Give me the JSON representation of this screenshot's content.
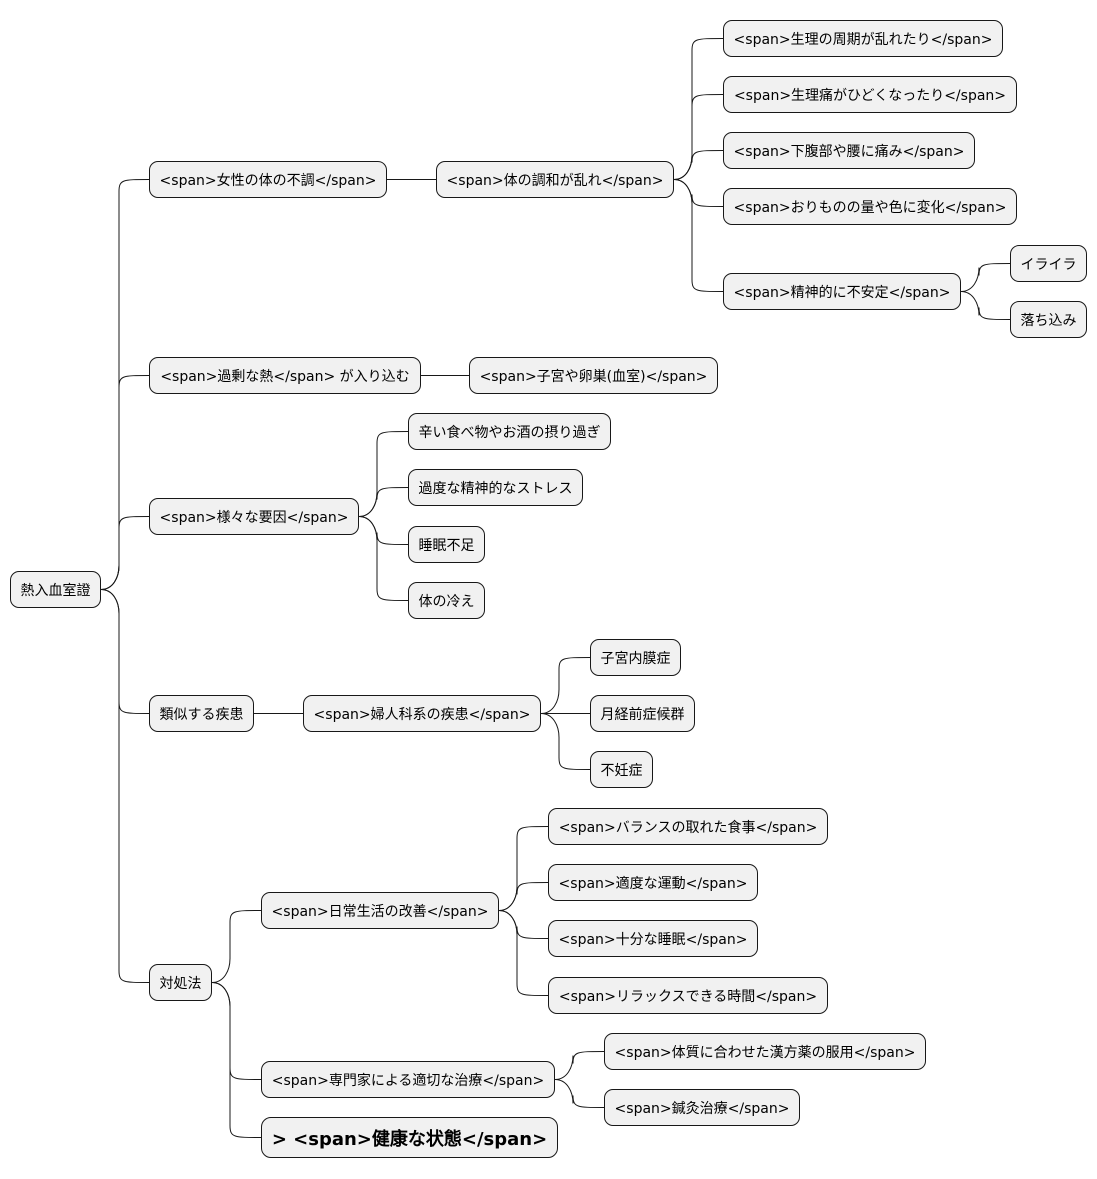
{
  "nodes": [
    {
      "id": "root",
      "label": "熱入血室證"
    },
    {
      "id": "n1",
      "label": "<span>女性の体の不調</span>"
    },
    {
      "id": "n1a",
      "label": "<span>体の調和が乱れ</span>"
    },
    {
      "id": "n1a1",
      "label": "<span>生理の周期が乱れたり</span>"
    },
    {
      "id": "n1a2",
      "label": "<span>生理痛がひどくなったり</span>"
    },
    {
      "id": "n1a3",
      "label": "<span>下腹部や腰に痛み</span>"
    },
    {
      "id": "n1a4",
      "label": "<span>おりものの量や色に変化</span>"
    },
    {
      "id": "n1a5",
      "label": "<span>精神的に不安定</span>"
    },
    {
      "id": "n1a5a",
      "label": "イライラ"
    },
    {
      "id": "n1a5b",
      "label": "落ち込み"
    },
    {
      "id": "n2",
      "label": "<span>過剰な熱</span> が入り込む"
    },
    {
      "id": "n2a",
      "label": "<span>子宮や卵巣(血室)</span>"
    },
    {
      "id": "n3",
      "label": "<span>様々な要因</span>"
    },
    {
      "id": "n3a",
      "label": "辛い食べ物やお酒の摂り過ぎ"
    },
    {
      "id": "n3b",
      "label": "過度な精神的なストレス"
    },
    {
      "id": "n3c",
      "label": "睡眠不足"
    },
    {
      "id": "n3d",
      "label": "体の冷え"
    },
    {
      "id": "n4",
      "label": "類似する疾患"
    },
    {
      "id": "n4a",
      "label": "<span>婦人科系の疾患</span>"
    },
    {
      "id": "n4a1",
      "label": "子宮内膜症"
    },
    {
      "id": "n4a2",
      "label": "月経前症候群"
    },
    {
      "id": "n4a3",
      "label": "不妊症"
    },
    {
      "id": "n5",
      "label": "対処法"
    },
    {
      "id": "n5a",
      "label": "<span>日常生活の改善</span>"
    },
    {
      "id": "n5a1",
      "label": "<span>バランスの取れた食事</span>"
    },
    {
      "id": "n5a2",
      "label": "<span>適度な運動</span>"
    },
    {
      "id": "n5a3",
      "label": "<span>十分な睡眠</span>"
    },
    {
      "id": "n5a4",
      "label": "<span>リラックスできる時間</span>"
    },
    {
      "id": "n5b",
      "label": "<span>専門家による適切な治療</span>"
    },
    {
      "id": "n5b1",
      "label": "<span>体質に合わせた漢方薬の服用</span>"
    },
    {
      "id": "n5b2",
      "label": "<span>鍼灸治療</span>"
    },
    {
      "id": "n5c",
      "label": "> <span>健康な状態</span>"
    }
  ],
  "edges": [
    [
      "root",
      "n1"
    ],
    [
      "root",
      "n2"
    ],
    [
      "root",
      "n3"
    ],
    [
      "root",
      "n4"
    ],
    [
      "root",
      "n5"
    ],
    [
      "n1",
      "n1a"
    ],
    [
      "n1a",
      "n1a1"
    ],
    [
      "n1a",
      "n1a2"
    ],
    [
      "n1a",
      "n1a3"
    ],
    [
      "n1a",
      "n1a4"
    ],
    [
      "n1a",
      "n1a5"
    ],
    [
      "n1a5",
      "n1a5a"
    ],
    [
      "n1a5",
      "n1a5b"
    ],
    [
      "n2",
      "n2a"
    ],
    [
      "n3",
      "n3a"
    ],
    [
      "n3",
      "n3b"
    ],
    [
      "n3",
      "n3c"
    ],
    [
      "n3",
      "n3d"
    ],
    [
      "n4",
      "n4a"
    ],
    [
      "n4a",
      "n4a1"
    ],
    [
      "n4a",
      "n4a2"
    ],
    [
      "n4a",
      "n4a3"
    ],
    [
      "n5",
      "n5a"
    ],
    [
      "n5a",
      "n5a1"
    ],
    [
      "n5a",
      "n5a2"
    ],
    [
      "n5a",
      "n5a3"
    ],
    [
      "n5a",
      "n5a4"
    ],
    [
      "n5",
      "n5b"
    ],
    [
      "n5b",
      "n5b1"
    ],
    [
      "n5b",
      "n5b2"
    ],
    [
      "n5",
      "n5c"
    ]
  ]
}
